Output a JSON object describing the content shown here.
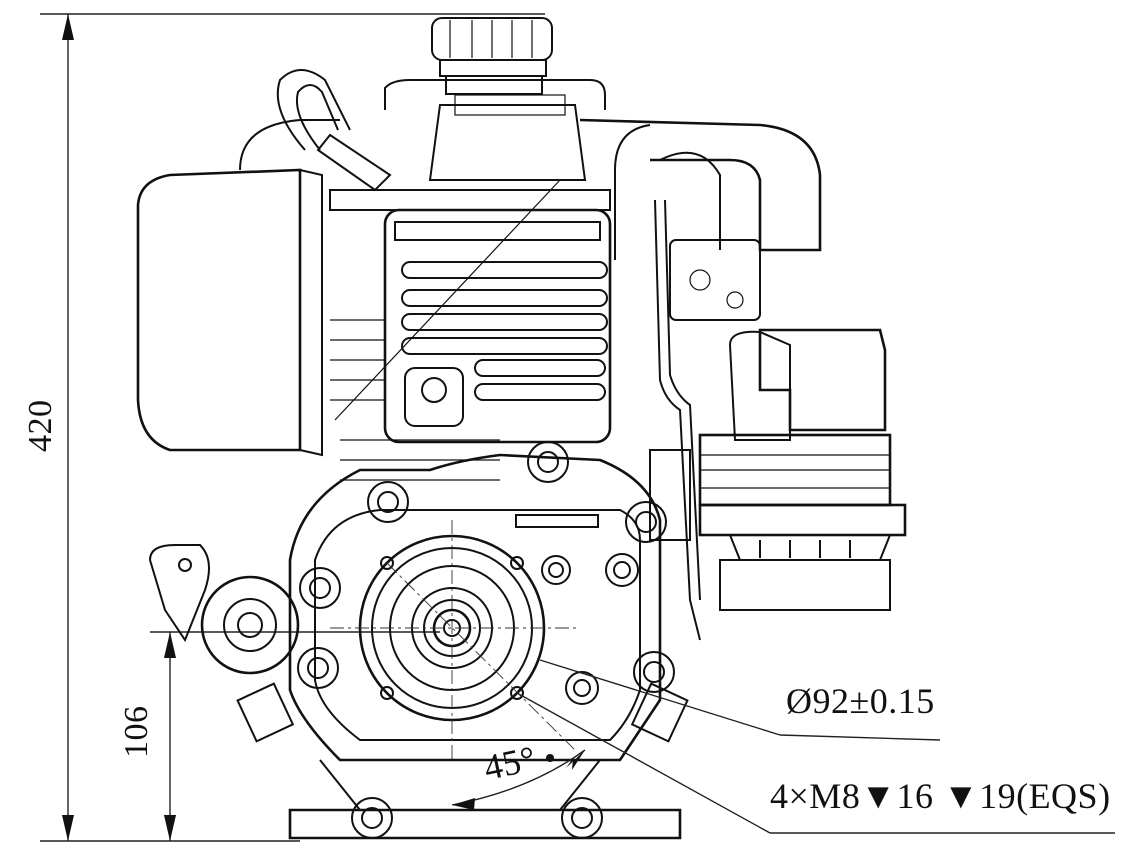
{
  "dimensions": {
    "overall_height": "420",
    "shaft_height": "106",
    "bolt_angle": "45°",
    "bolt_circle_diameter": "Ø92±0.15",
    "bolt_spec": "4×M8▼16  ▼19(EQS)"
  }
}
